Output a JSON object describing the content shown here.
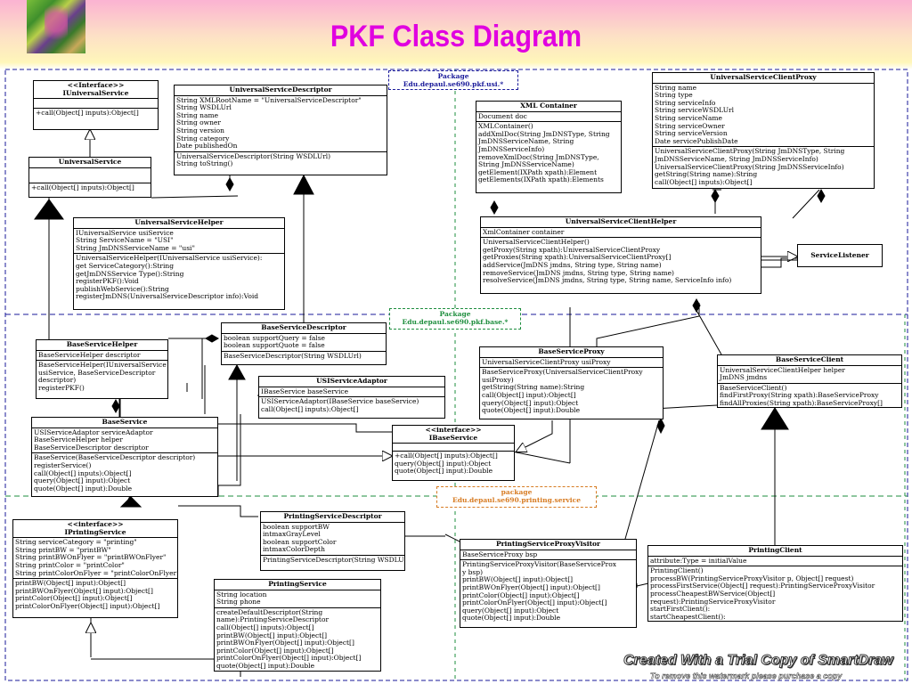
{
  "title": "PKF Class Diagram",
  "packages": {
    "usi": "Package\nEdu.depaul.se690.pkf.usi.*",
    "base": "Package\nEdu.depaul.se690.pkf.base.*",
    "printing": "package\nEdu.depaul.se690.printing.service"
  },
  "classes": {
    "iuniversal": {
      "header": "<<Interface>>\nIUniversalService",
      "sections": [
        "",
        "+call(Object[] inputs):Object[]"
      ]
    },
    "universal": {
      "header": "UniversalService",
      "sections": [
        "",
        "+call(Object[] inputs):Object[]"
      ]
    },
    "usd": {
      "header": "UniversalServiceDescriptor",
      "sections": [
        "String XMLRootName = \"UniversalServiceDescriptor\"\nString WSDLUrl\nString name\nString owner\nString version\nString category\nDate publishedOn",
        "UniversalServiceDescriptor(String WSDLUrl)\nString toString()"
      ]
    },
    "ush": {
      "header": "UniversalServiceHelper",
      "sections": [
        "IUniversalService usiService\nString ServiceName = \"USI\"\nString JmDNSServiceName = \"usi\"",
        "UniversalServiceHelper(IUniversalService usiService):\nget ServiceCategory():String\ngetJmDNSService Type():String\nregisterPKF():Void\npublishWebService():String\nregisterJmDNS(UniversalServiceDescriptor info):Void"
      ]
    },
    "xml": {
      "header": "XML Container",
      "sections": [
        "Document doc",
        "XMLContainer()\naddXmlDoc(String JmDNSType, String\nJmDNSServiceName, String\nJmDNSServiceInfo)\nremoveXmlDoc(String JmDNSType,\nString JmDNSServiceName)\ngetElement(IXPath xpath):Element\ngetElements(IXPath xpath):Elements"
      ]
    },
    "uscp": {
      "header": "UniversalServiceClientProxy",
      "sections": [
        "String name\nString type\nString serviceInfo\nString serviceWSDLUrl\nString serviceName\nString serviceOwner\nString serviceVersion\nDate servicePublishDate",
        "UniversalServiceClientProxy(String JmDNSType, String\nJmDNSServiceName, String JmDNSServiceInfo)\nUniversalServiceClientProxy(String JmDNSServiceInfo)\ngetString(String name):String\ncall(Object[] inputs):Object[]"
      ]
    },
    "usch": {
      "header": "UniversalServiceClientHelper",
      "sections": [
        "XmlContainer container",
        "UniversalServiceClientHelper()\ngetProxy(String xpath):UniversalServiceClientProxy\ngetProxies(String xpath):UniversalServiceClientProxy[]\naddService(JmDNS jmdns, String type, String name)\nremoveService(JmDNS jmdns, String type, String name)\nresolveService(JmDNS jmdns, String type, String name, ServiceInfo info)"
      ]
    },
    "listener": {
      "header": "ServiceListener",
      "sections": []
    },
    "bsd": {
      "header": "BaseServiceDescriptor",
      "sections": [
        "boolean supportQuery = false\nboolean supportQuote = false",
        "BaseServiceDescriptor(String WSDLUrl)"
      ]
    },
    "bsh": {
      "header": "BaseServiceHelper",
      "sections": [
        "BaseServiceHelper descriptor",
        "BaseServiceHelper(IUniversalService\nusiService, BaseServiceDescriptor\ndescriptor)\nregisterPKF()"
      ]
    },
    "usiadaptor": {
      "header": "USIServiceAdaptor",
      "sections": [
        "IBaseService baseService",
        "USIServiceAdaptor(IBaseService baseService)\ncall(Object[] inputs):Object[]"
      ]
    },
    "bsp": {
      "header": "BaseServiceProxy",
      "sections": [
        "UniversalServiceClientProxy usiProxy",
        "BaseServiceProxy(UniversalServiceClientProxy\nusiProxy)\ngetString(String name):String\ncall(Object[] input):Object[]\nquery(Object[] input):Object\nquote(Object[] input):Double"
      ]
    },
    "bsc": {
      "header": "BaseServiceClient",
      "sections": [
        "UniversalServiceClientHelper helper\nJmDNS jmdns",
        "BaseServiceClient()\nfindFirstProxy(String xpath):BaseServiceProxy\nfindAllProxies(String xpath):BaseServiceProxy[]"
      ]
    },
    "bs": {
      "header": "BaseService",
      "sections": [
        "USIServiceAdaptor serviceAdaptor\nBaseServiceHelper helper\nBaseServiceDescriptor descriptor",
        "BaseService(BaseServiceDescriptor descriptor)\nregisterService()\ncall(Object[] inputs):Object[]\nquery(Object[] input):Object\nquote(Object[] input):Double"
      ]
    },
    "ibs": {
      "header": "<<interface>>\nIBaseService",
      "sections": [
        "",
        "+call(Object[] inputs):Object[]\nquery(Object[] input):Object\nquote(Object[] input):Double"
      ]
    },
    "ips": {
      "header": "<<interface>>\nIPrintingService",
      "sections": [
        "String serviceCategory = \"printing\"\nString printBW = \"printBW\"\nString printBWOnFlyer = \"printBWOnFlyer\"\nString printColor = \"printColor\"\nString printColorOnFlyer = \"printColorOnFlyer\"",
        "printBW(Object[] input):Object[]\nprintBWOnFlyer(Object[] input):Object[]\nprintColor(Object[] input):Object[]\nprintColorOnFlyer(Object[] input):Object[]"
      ]
    },
    "psd": {
      "header": "PrintingServiceDescriptor",
      "sections": [
        "boolean supportBW\nintmaxGrayLevel\nboolean supportColor\nintmaxColorDepth",
        "PrintingServiceDescriptor(String WSDLUrl)"
      ]
    },
    "ps": {
      "header": "PrintingService",
      "sections": [
        "String location\nString phone",
        "createDefaultDescriptor(String\nname):PrintingServiceDescriptor\ncall(Object[] inputs):Object[]\nprintBW(Object[] input):Object[]\nprintBWOnFlyer(Object[] input):Object[]\nprintColor(Object[] input):Object[]\nprintColorOnFlyer(Object[] input):Object[]\nquote(Object[] input):Double"
      ]
    },
    "pspv": {
      "header": "PrintingServiceProxyVisitor",
      "sections": [
        "BaseServiceProxy bsp",
        "PrintingServiceProxyVisitor(BaseServiceProx\ny bsp)\nprintBW(Object[] input):Object[]\nprintBWOnFlyer(Object[] input):Object[]\nprintColor(Object[] input):Object[]\nprintColorOnFlyer(Object[] input):Object[]\nquery(Object[] input):Object\nquote(Object[] input):Double"
      ]
    },
    "pc": {
      "header": "PrintingClient",
      "sections": [
        "attribute:Type = initialValue",
        "PrintingClient()\nprocessBW(PrintingServiceProxyVisitor p, Object[] request)\nprocessFirstService(Object[] request):PrintingServiceProxyVisitor\nprocessCheapestBWService(Object[]\nrequest):PrintingServiceProxyVisitor\nstartFirstClient():\nstartCheapestClient():"
      ]
    }
  },
  "watermark": {
    "line1": "Created With a Trial Copy of SmartDraw",
    "line2": "To remove this watermark please purchase a copy"
  },
  "colors": {
    "title": "#e000e0",
    "package_usi": "#1a1a9a",
    "package_base": "#1e8e3e",
    "package_printing": "#d77b22",
    "dash_blue": "#1a1a9a",
    "dash_green": "#1e8e3e"
  }
}
